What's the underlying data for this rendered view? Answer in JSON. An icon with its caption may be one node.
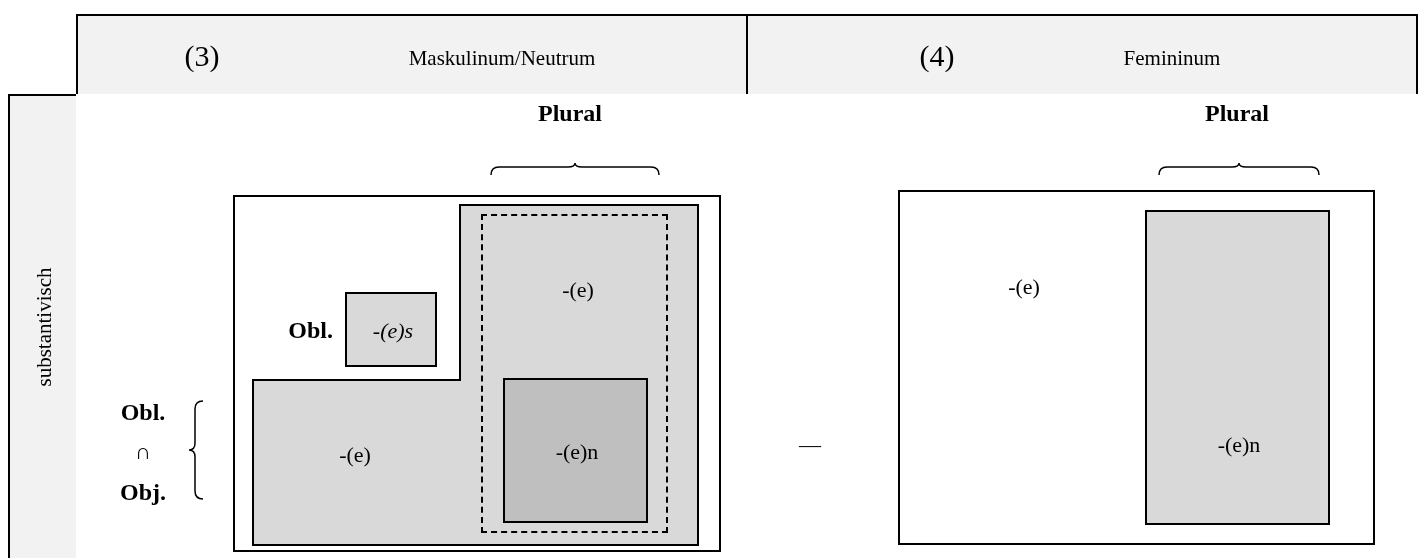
{
  "diagram": {
    "nodes": [
      {
        "text": [
          "(3)",
          "Maskulinum/Neutrum"
        ]
      },
      {
        "text": [
          "(4)",
          "Femininum"
        ]
      },
      {
        "text": [
          "substantivisch"
        ]
      },
      {
        "text": [],
        "shape": "box"
      },
      {
        "text": [
          "-(e)s"
        ],
        "in": 3,
        "beside": [
          "Obl."
        ]
      },
      {
        "text": [
          "-(e)"
        ],
        "in": 3
      },
      {
        "text": [
          "-(e)"
        ],
        "in": 5
      },
      {
        "text": [
          "-(e)n"
        ],
        "in": 6
      },
      {
        "text": [
          "-(e)"
        ]
      },
      {
        "text": [
          "-(e)n"
        ],
        "in": 8
      }
    ],
    "labels": [
      "Plural",
      "Plural",
      "Obl.",
      "∩",
      "Obj.",
      "—"
    ]
  }
}
